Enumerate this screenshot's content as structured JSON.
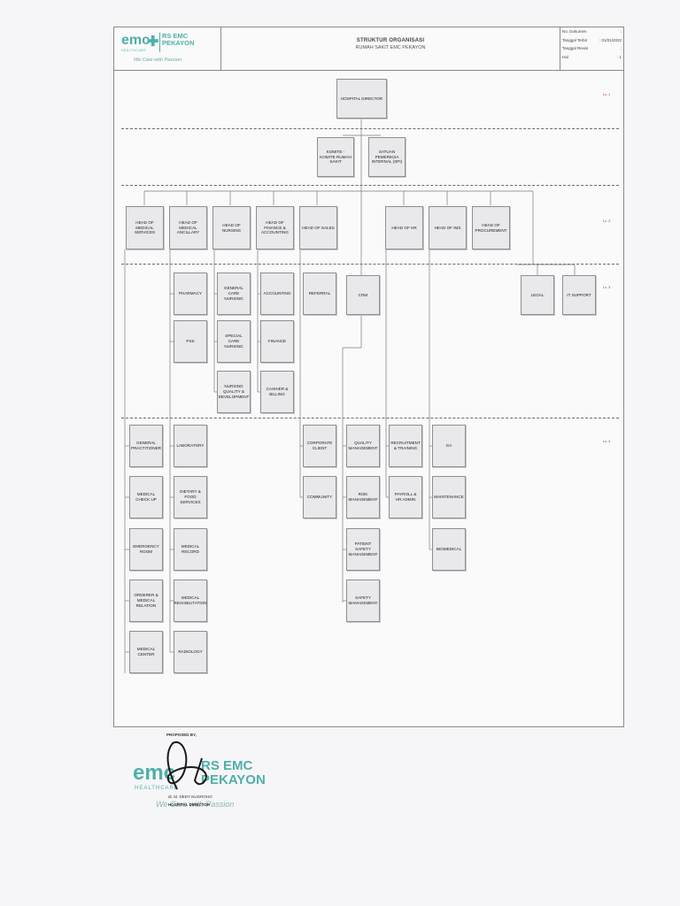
{
  "header": {
    "title": "STRUKTUR ORGANISASI",
    "subtitle": "RUMAH SAKIT EMC PEKAYON",
    "logo_text": "emc",
    "logo_sub": "HEALTHCARE",
    "brand_name_1": "RS EMC",
    "brand_name_2": "PEKAYON",
    "tagline": "We Care with Passion",
    "meta": [
      {
        "label": "No. Dokumen",
        "value": ":"
      },
      {
        "label": "Tanggal Terbit",
        "value": ": 01/01/2022"
      },
      {
        "label": "Tanggal Revisi",
        "value": ":"
      },
      {
        "label": "Hal",
        "value": ": 1"
      }
    ]
  },
  "levels": [
    "Lv. 1",
    "Lv. 2",
    "Lv. 3",
    "Lv. 4"
  ],
  "level1": {
    "director": "HOSPITAL DIRECTOR"
  },
  "level_support": {
    "komite": "KOMITE - KOMITE RUMAH SAKIT",
    "spi": "SATUAN PEMERIKSA INTERNAL (SPI)"
  },
  "heads": [
    "HEAD OF MEDICAL SERVICES",
    "HEAD OF MEDICAL ANCILLARY",
    "HEAD OF NURSING",
    "HEAD OF FINANCE & ACCOUNTING",
    "HEAD OF SALES",
    "HEAD OF HR",
    "HEAD OF IMS",
    "HEAD OF PROCUREMENT"
  ],
  "level3": {
    "pharmacy": "PHARMACY",
    "pss": "PSS",
    "general_care": "GENERAL CARE NURSING",
    "special_care": "SPECIAL CARE NURSING",
    "nursing_quality": "NURSING QUALITY & DEVELOPMENT",
    "accounting": "ACCOUNTING",
    "finance": "FINANCE",
    "cashier": "CASHIER & BILLING",
    "referral": "REFERRAL",
    "crm": "CRM",
    "legal": "LEGAL",
    "it_support": "IT SUPPORT"
  },
  "level4": {
    "general_practitioner": "GENERAL PRACTITIONER",
    "medical_check_up": "MEDICAL CHECK UP",
    "emergency_room": "EMERGENCY ROOM",
    "order_relation": "ORDERER & MEDICAL RELATION",
    "medical_center": "MEDICAL CENTER",
    "laboratory": "LABORATORY",
    "dietary": "DIETARY & FOOD SERVICES",
    "medical_record": "MEDICAL RECORD",
    "rehab": "MEDICAL REHABILITATION",
    "radiology": "RADIOLOGY",
    "corporate_client": "CORPORATE CLIENT",
    "community": "COMMUNITY",
    "quality_mgmt": "QUALITY MANAGEMENT",
    "risk_mgmt": "RISK MANAGEMENT",
    "patient_safety": "PATIENT SAFETY MANAGEMENT",
    "safety_mgmt": "SAFETY MANAGEMENT",
    "recruitment": "RECRUITMENT & TRAINING",
    "payroll": "PAYROLL & HR ADMIN",
    "ga": "GA",
    "maintenance": "MAINTENANCE",
    "biomedical": "BIOMEDICAL"
  },
  "footer": {
    "proposed_by": "PROPOSED BY,",
    "signer_name": "dr. M. DEDY NUGROHO",
    "signer_title": "HOSPITAL DIRECTOR",
    "logo_text": "emc",
    "logo_sub": "HEALTHCARE",
    "brand_name_1": "RS EMC",
    "brand_name_2": "PEKAYON",
    "tagline": "We Care with Passion"
  }
}
